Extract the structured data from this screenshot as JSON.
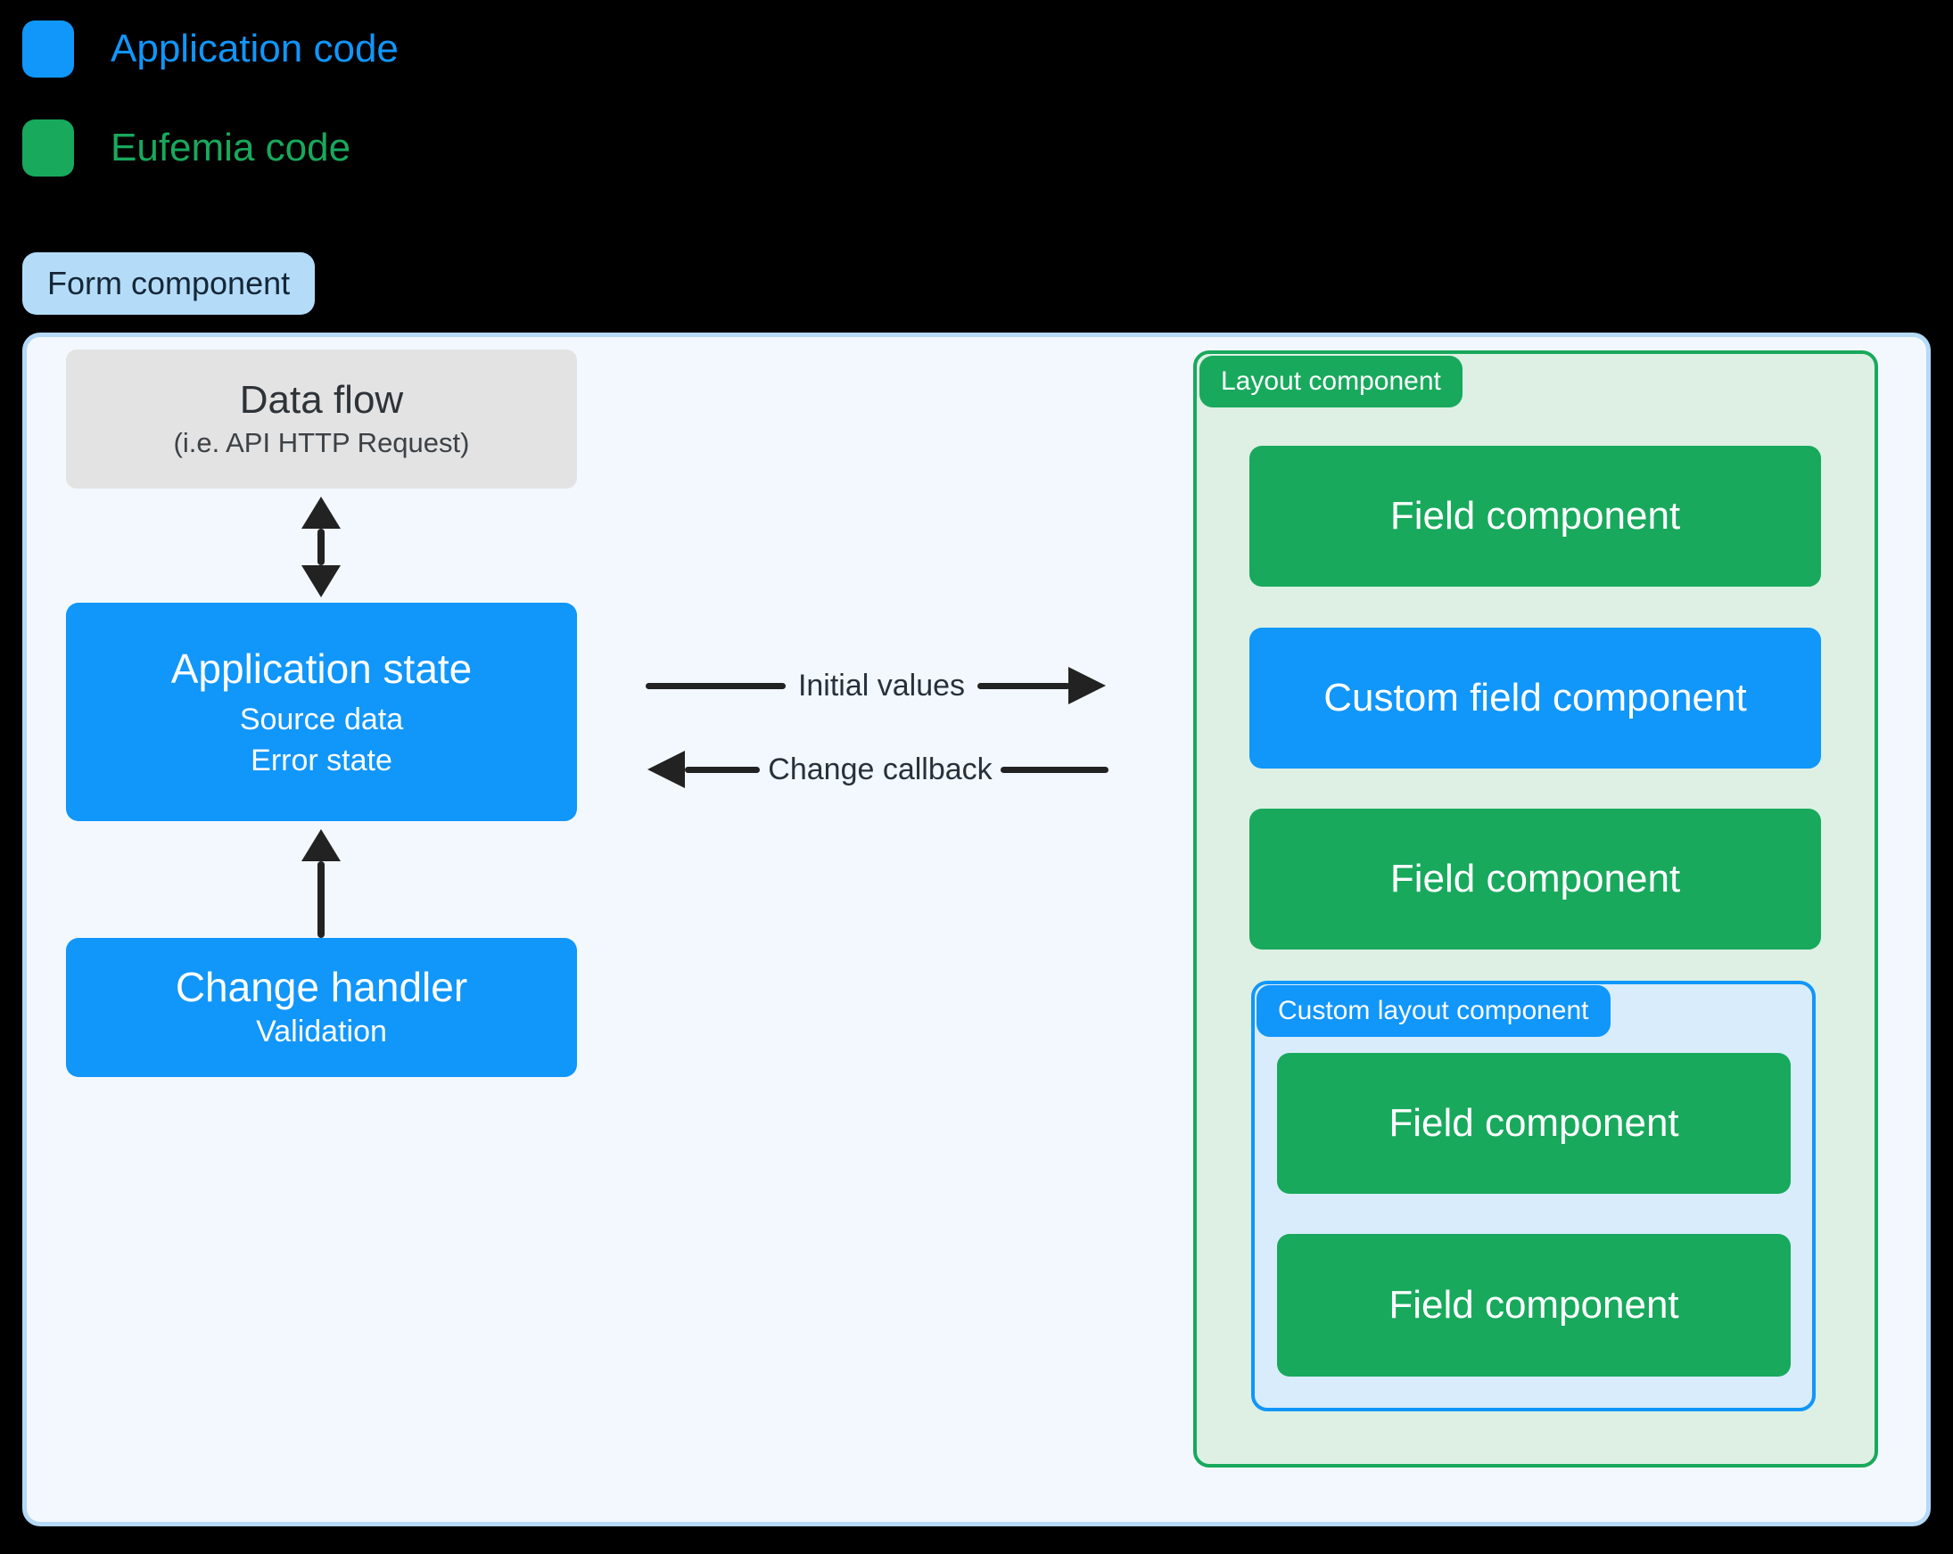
{
  "legend": {
    "items": [
      {
        "label": "Application code",
        "color": "#1196fa"
      },
      {
        "label": "Eufemia code",
        "color": "#18a95c"
      }
    ]
  },
  "form_component": {
    "label": "Form component"
  },
  "diagram": {
    "data_flow": {
      "title": "Data flow",
      "subtitle": "(i.e. API HTTP Request)"
    },
    "application_state": {
      "title": "Application state",
      "lines": [
        "Source data",
        "Error state"
      ]
    },
    "change_handler": {
      "title": "Change handler",
      "lines": [
        "Validation"
      ]
    }
  },
  "connectors": {
    "initial_values": "Initial values",
    "change_callback": "Change callback"
  },
  "layout_component": {
    "label": "Layout component",
    "items": [
      "Field component",
      "Custom field component",
      "Field component"
    ],
    "custom_layout": {
      "label": "Custom layout component",
      "items": [
        "Field component",
        "Field component"
      ]
    }
  },
  "colors": {
    "page_bg": "#000000",
    "application_code_blue": "#1196fa",
    "eufemia_code_green": "#18a95c",
    "form_tag_bg": "#b4dcf9",
    "form_container_bg": "#f2f8fd",
    "form_container_border": "#b5d9f6",
    "data_flow_bg": "#e3e3e3",
    "layout_container_bg": "#ddf0e3",
    "custom_layout_bg": "#d9ecfc",
    "arrow_color": "#222222"
  }
}
